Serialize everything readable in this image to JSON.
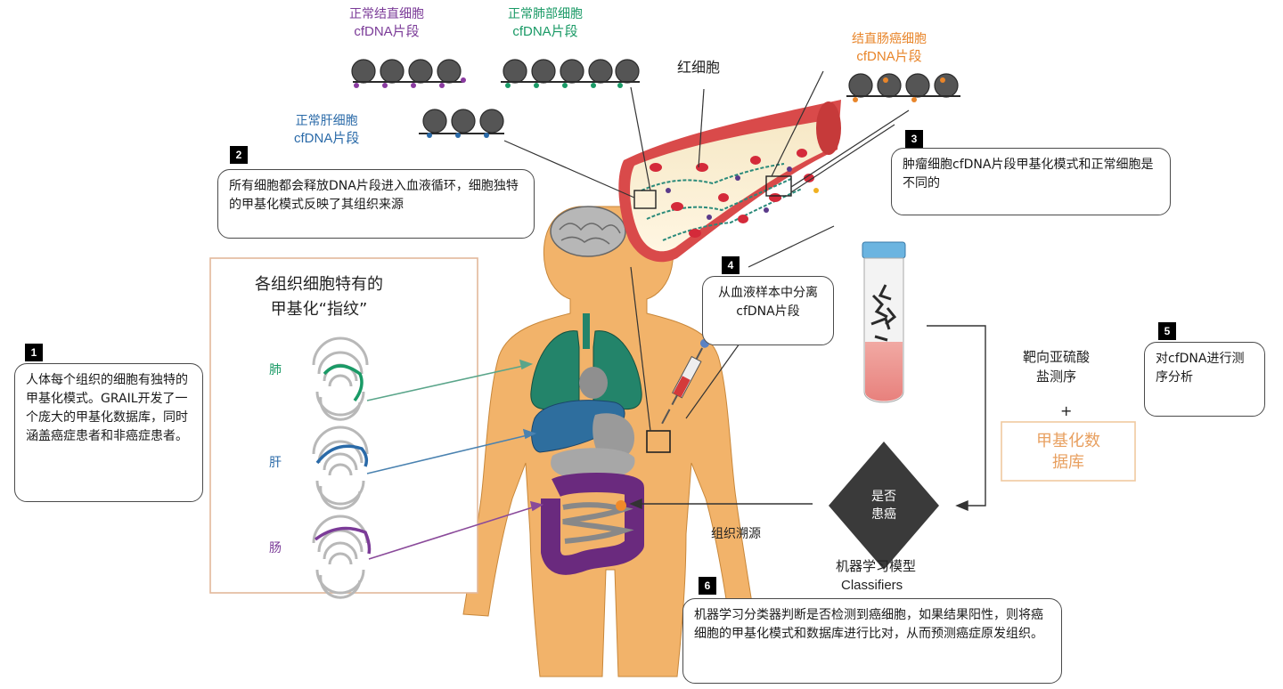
{
  "labels": {
    "colon_normal_title": "正常结直细胞",
    "colon_normal_sub": "cfDNA片段",
    "lung_normal_title": "正常肺部细胞",
    "lung_normal_sub": "cfDNA片段",
    "liver_normal_title": "正常肝细胞",
    "liver_normal_sub": "cfDNA片段",
    "crc_title": "结直肠癌细胞",
    "crc_sub": "cfDNA片段",
    "rbc": "红细胞",
    "fingerprint_title": "各组织细胞特有的\n甲基化“指纹”",
    "lung": "肺",
    "liver": "肝",
    "intestine": "肠",
    "bisulfite": "靶向亚硫酸\n盐测序",
    "plus": "+",
    "database": "甲基化数\n据库",
    "decision": "是否\n患癌",
    "tissue_trace": "组织溯源",
    "ml_model": "机器学习模型",
    "classifiers": "Classifiers"
  },
  "steps": [
    {
      "num": "1",
      "text": "人体每个组织的细胞有独特的甲基化模式。GRAIL开发了一个庞大的甲基化数据库，同时涵盖癌症患者和非癌症患者。"
    },
    {
      "num": "2",
      "text": "所有细胞都会释放DNA片段进入血液循环，细胞独特的甲基化模式反映了其组织来源"
    },
    {
      "num": "3",
      "text": "肿瘤细胞cfDNA片段甲基化模式和正常细胞是不同的"
    },
    {
      "num": "4",
      "text": "从血液样本中分离cfDNA片段"
    },
    {
      "num": "5",
      "text": "对cfDNA进行测序分析"
    },
    {
      "num": "6",
      "text": "机器学习分类器判断是否检测到癌细胞，如果结果阳性，则将癌细胞的甲基化模式和数据库进行比对，从而预测癌症原发组织。"
    }
  ],
  "colors": {
    "colon": "#7b3b98",
    "lung": "#1a9a66",
    "liver": "#2a6aa8",
    "cancer": "#e8852a",
    "skin": "#f2b36a",
    "database_border": "#f0c9a0",
    "database_text": "#e8a060"
  }
}
